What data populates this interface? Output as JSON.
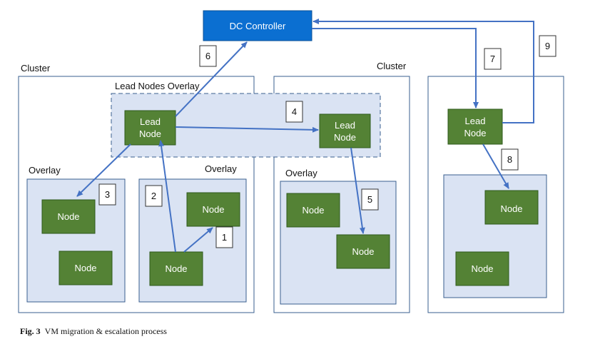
{
  "controller": {
    "label": "DC Controller"
  },
  "clusters": [
    {
      "label": "Cluster"
    },
    {
      "label": "Cluster"
    }
  ],
  "lead_overlay": {
    "label": "Lead Nodes Overlay"
  },
  "overlays": [
    {
      "label": "Overlay"
    },
    {
      "label": "Overlay"
    },
    {
      "label": "Overlay"
    }
  ],
  "lead_node": {
    "line1": "Lead",
    "line2": "Node"
  },
  "node": {
    "label": "Node"
  },
  "steps": [
    "1",
    "2",
    "3",
    "4",
    "5",
    "6",
    "7",
    "8",
    "9"
  ],
  "caption": {
    "fig": "Fig. 3",
    "text": "VM migration & escalation process"
  },
  "colors": {
    "node_fill": "#548235",
    "node_stroke": "#2e5a1c",
    "controller_fill": "#0b6fd1",
    "overlay_fill": "#dae3f3",
    "border": "#3a5f8f",
    "arrow": "#4472c4"
  }
}
